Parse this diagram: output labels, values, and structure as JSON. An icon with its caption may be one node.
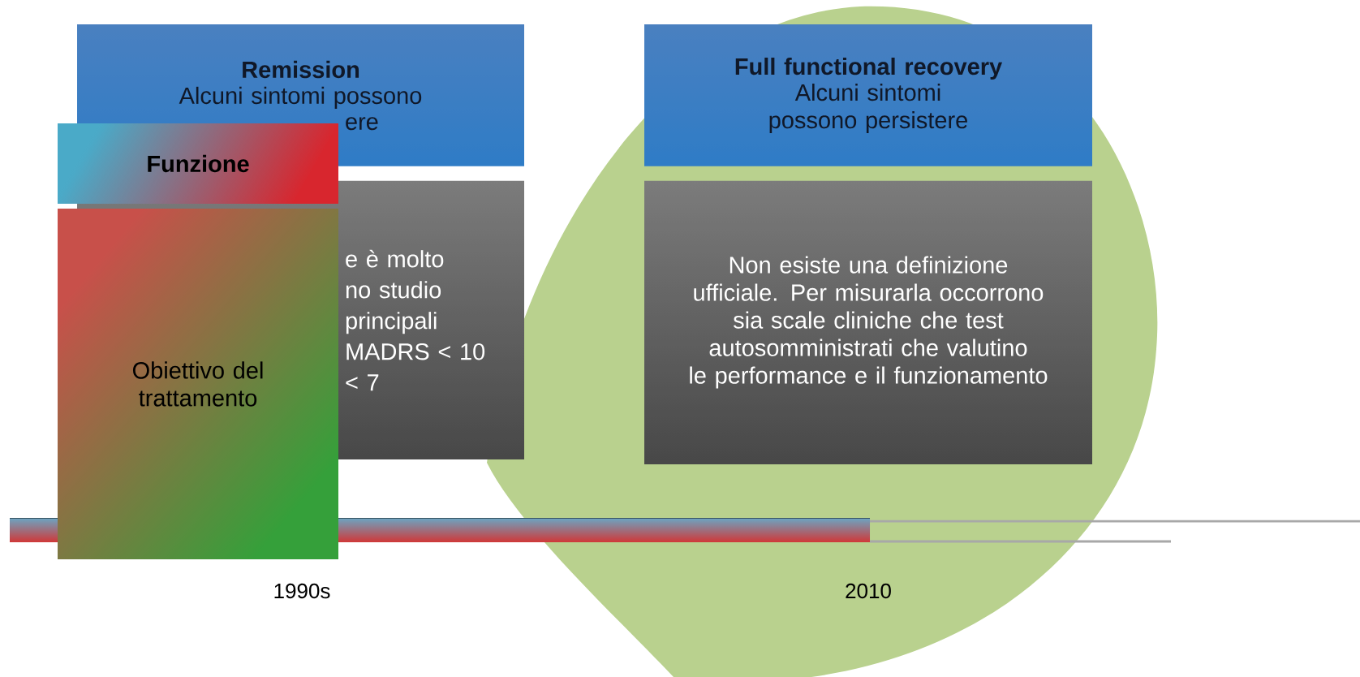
{
  "diagram": {
    "nodes": [
      {
        "text": [
          "Remission",
          "Alcuni sintomi possono",
          "ere"
        ]
      },
      {
        "text": [
          "e è molto",
          "no studio",
          "principali",
          "MADRS < 10",
          "< 7"
        ]
      },
      {
        "text": [
          "Full functional recovery",
          "Alcuni sintomi possono persistere"
        ]
      },
      {
        "text": [
          "Non esiste una definizione ufficiale. Per misurarla occorrono sia scale cliniche che test autosomministrati che valutino le performance e il funzionamento"
        ]
      },
      {
        "text": [
          "Funzione"
        ]
      },
      {
        "text": [
          "Obiettivo del trattamento"
        ]
      }
    ],
    "labels": [
      "1990s",
      "2010"
    ]
  }
}
